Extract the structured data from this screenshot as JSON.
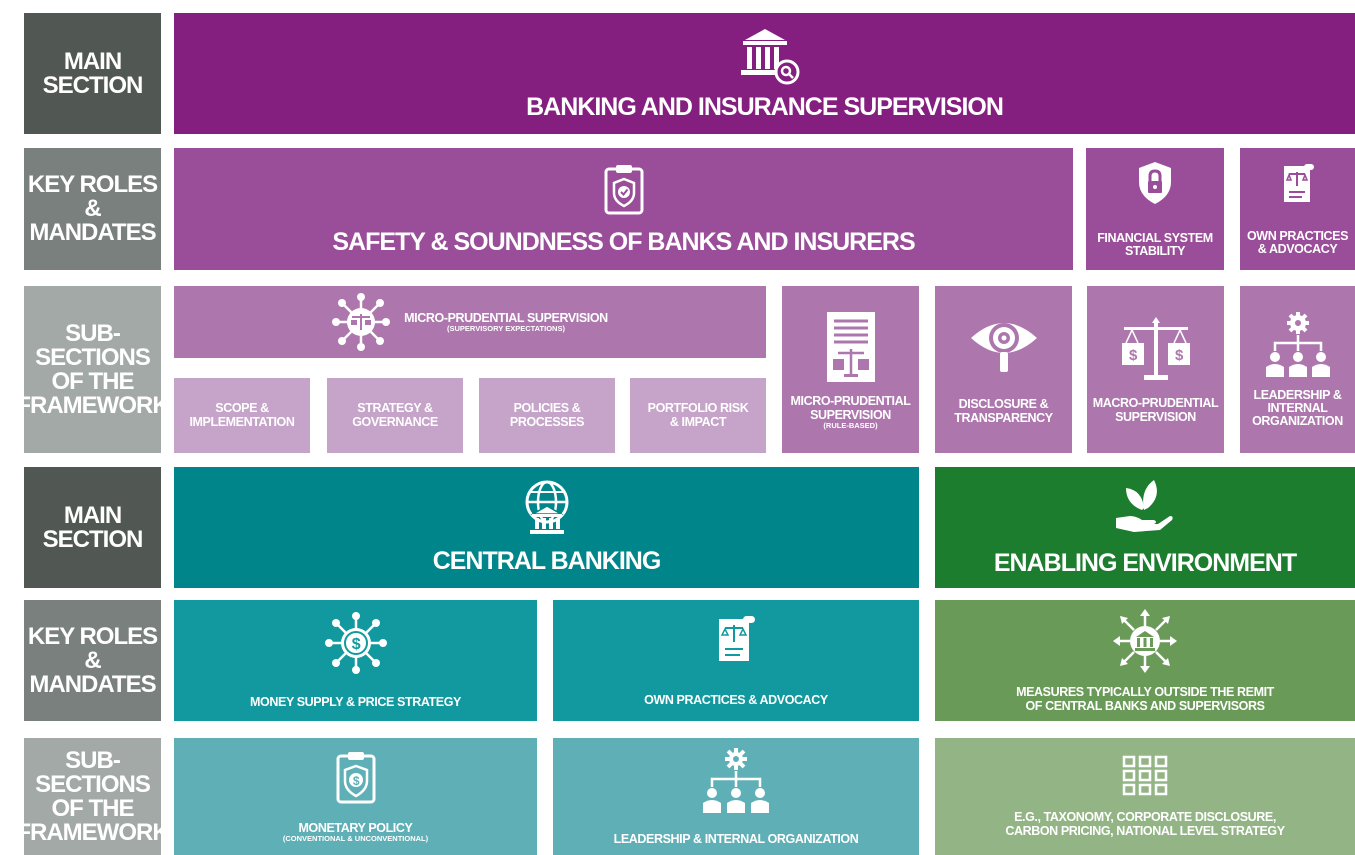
{
  "colors": {
    "main_label": "#515753",
    "key_label": "#7a807d",
    "sub_label": "#a3a9a6",
    "banking_main": "#841f80",
    "banking_key": "#9a4d98",
    "banking_sub": "#ad77ae",
    "banking_sub_light": "#c6a3c8",
    "central_main": "#00858b",
    "central_key": "#12999f",
    "central_sub": "#5fb0b6",
    "enabling_main": "#1c7d2f",
    "enabling_key": "#6a9a58",
    "enabling_sub": "#93b585"
  },
  "row_labels": {
    "main1": [
      "MAIN",
      "SECTION"
    ],
    "key1": [
      "KEY ROLES",
      "& MANDATES"
    ],
    "sub1": [
      "SUB-SECTIONS",
      "OF THE",
      "FRAMEWORK"
    ],
    "main2": [
      "MAIN",
      "SECTION"
    ],
    "key2": [
      "KEY ROLES",
      "& MANDATES"
    ],
    "sub2": [
      "SUB-SECTIONS",
      "OF THE",
      "FRAMEWORK"
    ]
  },
  "banking": {
    "title": "BANKING AND INSURANCE SUPERVISION",
    "title_icon": "bank-magnifier-icon",
    "safety": {
      "label": "SAFETY & SOUNDNESS OF BANKS AND INSURERS",
      "icon": "clipboard-shield-icon"
    },
    "stability": {
      "line1": "FINANCIAL SYSTEM",
      "line2": "STABILITY",
      "icon": "shield-lock-icon"
    },
    "own_practices": {
      "line1": "OWN PRACTICES",
      "line2": "& ADVOCACY",
      "icon": "scroll-scales-icon"
    },
    "micro_expectations": {
      "line1": "MICRO-PRUDENTIAL SUPERVISION",
      "line2": "(SUPERVISORY EXPECTATIONS)",
      "icon": "network-scales-icon"
    },
    "micro_subs": [
      {
        "line1": "SCOPE &",
        "line2": "IMPLEMENTATION"
      },
      {
        "line1": "STRATEGY &",
        "line2": "GOVERNANCE"
      },
      {
        "line1": "POLICIES &",
        "line2": "PROCESSES"
      },
      {
        "line1": "PORTFOLIO RISK",
        "line2": "& IMPACT"
      }
    ],
    "micro_rule": {
      "line1": "MICRO-PRUDENTIAL",
      "line2": "SUPERVISION",
      "line3": "(RULE-BASED)",
      "icon": "document-scales-icon"
    },
    "disclosure": {
      "line1": "DISCLOSURE &",
      "line2": "TRANSPARENCY",
      "icon": "eye-magnifier-icon"
    },
    "macro": {
      "line1": "MACRO-PRUDENTIAL",
      "line2": "SUPERVISION",
      "icon": "scales-dollar-icon"
    },
    "leadership": {
      "line1": "LEADERSHIP &",
      "line2": "INTERNAL",
      "line3": "ORGANIZATION",
      "icon": "org-chart-gear-icon"
    }
  },
  "central": {
    "title": "CENTRAL BANKING",
    "title_icon": "globe-bank-icon",
    "money": {
      "label": "MONEY SUPPLY & PRICE STRATEGY",
      "icon": "network-dollar-icon"
    },
    "own": {
      "label": "OWN PRACTICES & ADVOCACY",
      "icon": "scroll-scales-icon"
    },
    "monetary": {
      "line1": "MONETARY POLICY",
      "line2": "(CONVENTIONAL & UNCONVENTIONAL)",
      "icon": "clipboard-dollar-icon"
    },
    "leadership": {
      "label": "LEADERSHIP & INTERNAL ORGANIZATION",
      "icon": "org-chart-gear-icon"
    }
  },
  "enabling": {
    "title": "ENABLING ENVIRONMENT",
    "title_icon": "hand-leaves-icon",
    "measures": {
      "line1": "MEASURES TYPICALLY OUTSIDE THE REMIT",
      "line2": "OF CENTRAL BANKS AND SUPERVISORS",
      "icon": "bank-arrows-icon"
    },
    "examples": {
      "line1": "E.G., TAXONOMY, CORPORATE DISCLOSURE,",
      "line2": "CARBON PRICING, NATIONAL LEVEL STRATEGY",
      "icon": "grid-squares-icon"
    }
  }
}
